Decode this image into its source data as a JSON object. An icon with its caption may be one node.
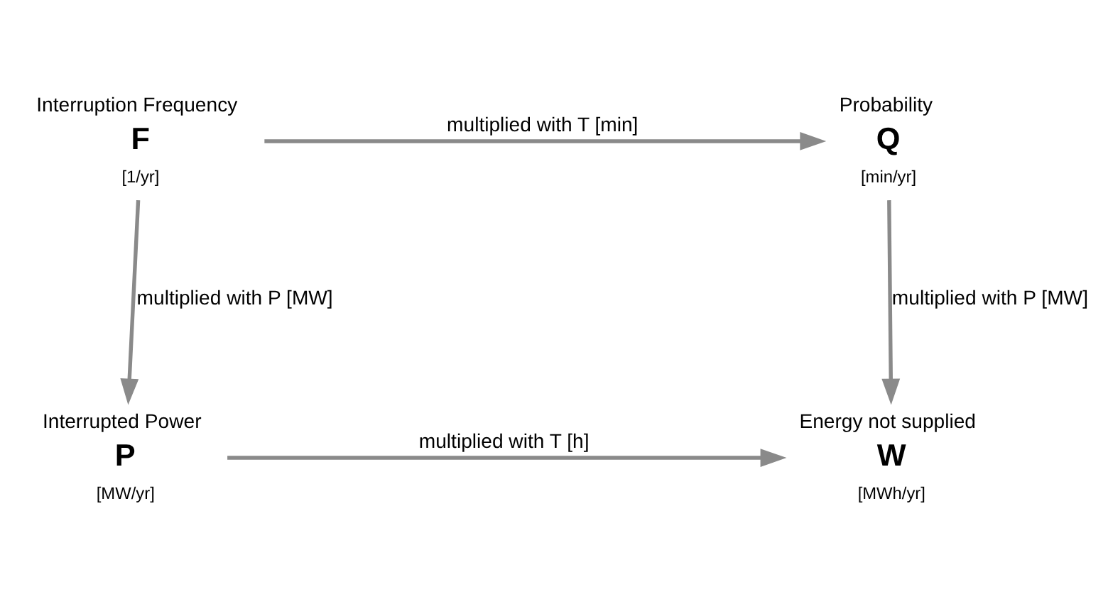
{
  "diagram": {
    "nodes": [
      {
        "text": [
          "Interruption Frequency",
          "F",
          "[1/yr]"
        ]
      },
      {
        "text": [
          "Probability",
          "Q",
          "[min/yr]"
        ]
      },
      {
        "text": [
          "Interrupted Power",
          "P",
          "[MW/yr]"
        ]
      },
      {
        "text": [
          "Energy not supplied",
          "W",
          "[MWh/yr]"
        ]
      }
    ],
    "edges": [
      {
        "from": 0,
        "to": 1,
        "arrow": "to",
        "label": "multiplied with T [min]"
      },
      {
        "from": 0,
        "to": 2,
        "arrow": "to",
        "label": "multiplied with P [MW]"
      },
      {
        "from": 1,
        "to": 3,
        "arrow": "to",
        "label": "multiplied with P [MW]"
      },
      {
        "from": 2,
        "to": 3,
        "arrow": "to",
        "label": "multiplied with T [h]"
      }
    ]
  }
}
